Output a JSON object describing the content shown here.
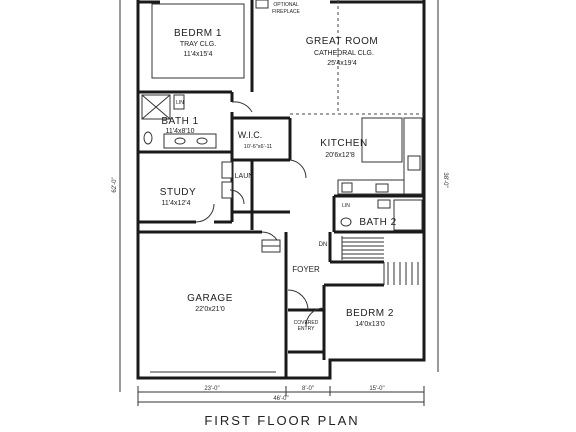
{
  "plan_title": "FIRST FLOOR PLAN",
  "rooms": {
    "bedroom1": {
      "name": "BEDRM 1",
      "sub1": "TRAY CLG.",
      "sub2": "11'4x15'4"
    },
    "great_room": {
      "name": "GREAT ROOM",
      "sub1": "CATHEDRAL CLG.",
      "sub2": "25'4x19'4"
    },
    "fireplace": {
      "line1": "OPTIONAL",
      "line2": "FIREPLACE"
    },
    "bath1": {
      "name": "BATH 1",
      "sub1": "11'4x8'10"
    },
    "wic": {
      "name": "W.I.C.",
      "sub1": "10'-6\"x6'-11"
    },
    "kitchen": {
      "name": "KITCHEN",
      "sub1": "20'6x12'8"
    },
    "laundry": {
      "name": "LAUN"
    },
    "linen": {
      "name": "LIN"
    },
    "study": {
      "name": "STUDY",
      "sub1": "11'4x12'4"
    },
    "bath2": {
      "name": "BATH 2",
      "linen": "LIN"
    },
    "down_stair": {
      "name": "DN"
    },
    "foyer": {
      "name": "FOYER"
    },
    "garage": {
      "name": "GARAGE",
      "sub1": "22'0x21'0"
    },
    "entry": {
      "line1": "COVERED",
      "line2": "ENTRY"
    },
    "bedroom2": {
      "name": "BEDRM 2",
      "sub1": "14'0x13'0"
    }
  },
  "dimensions": {
    "left_overall": "62'-0\"",
    "right_overall": "38'-0\"",
    "bottom_seg1": "23'-0\"",
    "bottom_seg2": "8'-0\"",
    "bottom_seg3": "15'-0\"",
    "bottom_overall": "46'-0\""
  }
}
